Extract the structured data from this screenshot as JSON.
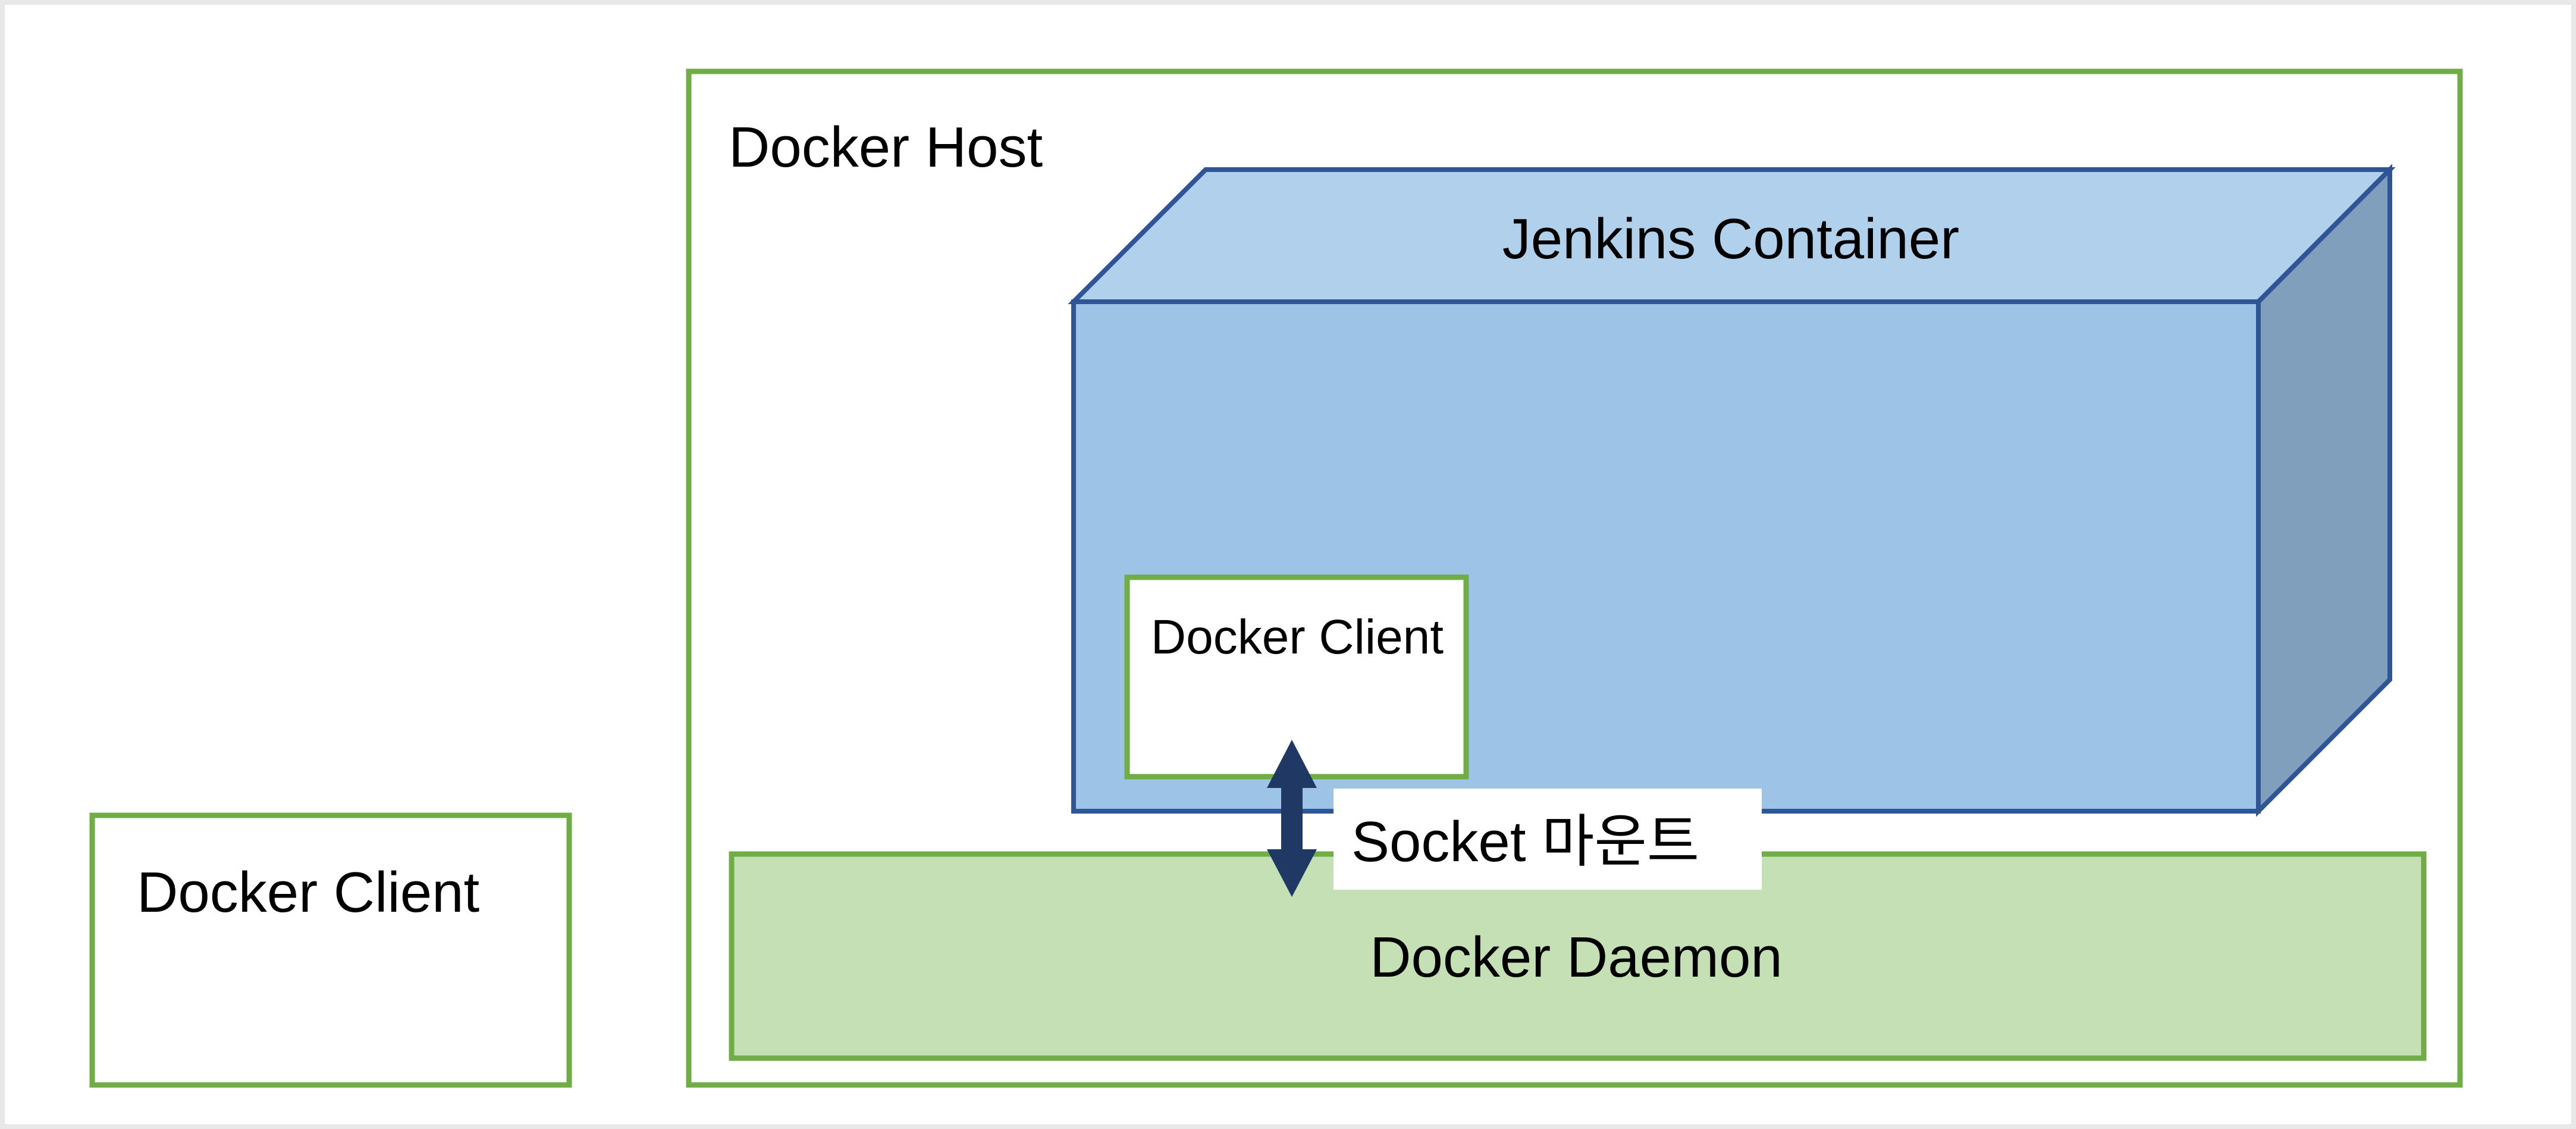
{
  "diagram": {
    "outside_client": {
      "label": "Docker Client"
    },
    "docker_host": {
      "label": "Docker Host"
    },
    "jenkins_container": {
      "label": "Jenkins Container"
    },
    "inner_client": {
      "label": "Docker Client"
    },
    "socket_mount": {
      "label": "Socket 마운트"
    },
    "docker_daemon": {
      "label": "Docker Daemon"
    }
  },
  "colors": {
    "box_border_green": "#70ad47",
    "daemon_fill": "#c5e0b4",
    "container_front": "#9dc3e6",
    "container_top": "#b0d0ec",
    "container_side": "#7f9fbc",
    "container_border": "#2f5597",
    "arrow": "#1f3864",
    "frame_border": "#e8e8e8"
  }
}
